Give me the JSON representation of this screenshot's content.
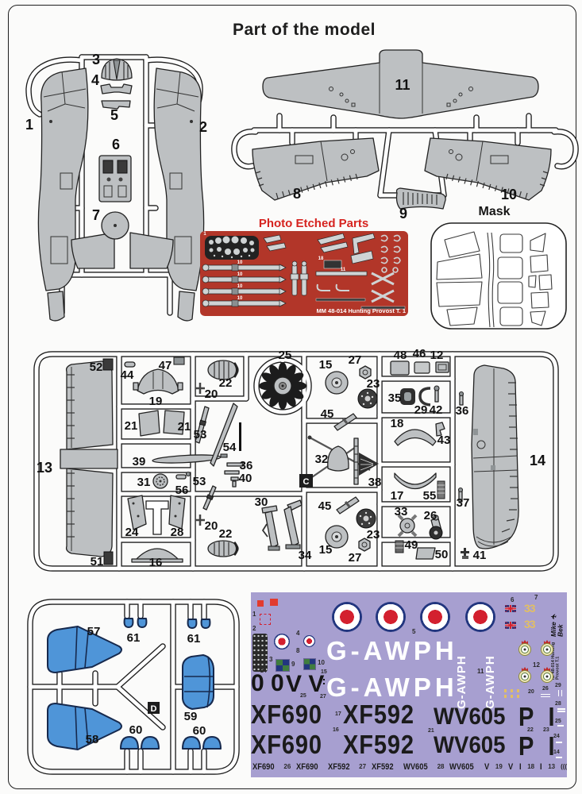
{
  "title": "Part of the model",
  "pe": {
    "title": "Photo Etched Parts",
    "fret_label": "MM 48-014 Hunting Provost T. 1",
    "tiny": {
      "panel": "1",
      "strap": "10",
      "plate": "18",
      "bar": "11"
    }
  },
  "mask": {
    "title": "Mask"
  },
  "gates": {
    "c": "C",
    "d": "D"
  },
  "sprue_a": {
    "numbers": [
      "1",
      "2",
      "3",
      "4",
      "5",
      "6",
      "7"
    ]
  },
  "sprue_b": {
    "numbers": [
      "8",
      "9",
      "10",
      "11"
    ]
  },
  "sprue_c": {
    "numbers": [
      "52",
      "44",
      "47",
      "19",
      "21",
      "21",
      "39",
      "31",
      "56",
      "24",
      "28",
      "16",
      "51",
      "13",
      "53",
      "20",
      "22",
      "53",
      "54",
      "36",
      "40",
      "20",
      "22",
      "30",
      "34",
      "25",
      "15",
      "27",
      "23",
      "45",
      "32",
      "38",
      "45",
      "15",
      "27",
      "23",
      "48",
      "46",
      "12",
      "35",
      "29",
      "42",
      "36",
      "18",
      "43",
      "17",
      "55",
      "37",
      "33",
      "26",
      "49",
      "50",
      "41",
      "14"
    ]
  },
  "sprue_d": {
    "numbers": [
      "57",
      "61",
      "61",
      "59",
      "60",
      "60",
      "58"
    ]
  },
  "decal": {
    "tags": {
      "n1": "1",
      "n2": "2",
      "n3": "3",
      "n4": "4",
      "n5": "5",
      "n6": "6",
      "n7": "7",
      "n8": "8",
      "n9": "9",
      "n10": "10",
      "n11": "11",
      "n12": "12",
      "n13": "13",
      "n14": "14",
      "n15": "15",
      "n16": "16",
      "n17": "17",
      "n20": "20",
      "n21": "21",
      "n22": "22",
      "n23": "23",
      "n24": "24",
      "n25": "25",
      "n26": "26",
      "n27": "27",
      "n28": "28",
      "n29": "29"
    },
    "codes": {
      "reg": "G-AWPH",
      "serial1": "XF690",
      "serial2": "XF592",
      "serial3": "WV605",
      "pi": "P I",
      "zeros": "0 0",
      "vv": "V V",
      "y33": "33"
    },
    "logo": {
      "brand": "Mike ✈ Bek",
      "ref": "Nr 48-014",
      "name": "Hunting Provost T.1"
    },
    "row_small": [
      "XF690",
      "26",
      "XF690",
      "XF592",
      "27",
      "XF592",
      "WV605",
      "28",
      "WV605",
      "V",
      "19",
      "V",
      "I",
      "18",
      "I",
      "13",
      "((("
    ]
  },
  "colors": {
    "pe_red": "#b23629",
    "decal_bg": "#a79fd0",
    "roundel_blue": "#22367f",
    "roundel_red": "#d3202f",
    "part_gray": "#bdc0c2",
    "clear_blue": "#4f95d8",
    "yellow": "#e2bf63",
    "checker_green": "#3f7d3f"
  }
}
